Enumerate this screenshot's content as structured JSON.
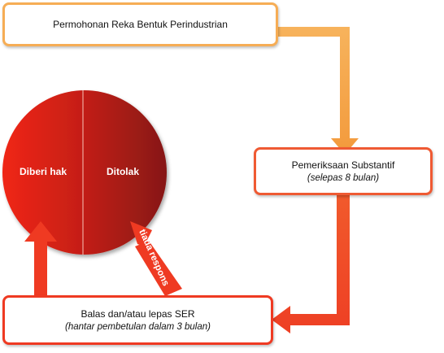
{
  "diagram": {
    "boxes": {
      "application": {
        "title": "Permohonan Reka Bentuk Perindustrian"
      },
      "substantive": {
        "title": "Pemeriksaan Substantif",
        "subtitle": "(selepas 8 bulan)"
      },
      "reply": {
        "title": "Balas dan/atau lepas SER",
        "subtitle": "(hantar pembetulan dalam 3 bulan)"
      }
    },
    "outcome_circle": {
      "left_label": "Diberi hak",
      "right_label": "Ditolak"
    },
    "arrow_labels": {
      "no_response": "tiada respons"
    },
    "colors": {
      "application_border": "#f6ad55",
      "substantive_border": "#ef5a33",
      "reply_border": "#ef3a22",
      "arrow_orange": "#f5a94e",
      "arrow_red": "#ef4b2a",
      "circle_left": "#e4261a",
      "circle_right": "#9b1b12"
    }
  }
}
